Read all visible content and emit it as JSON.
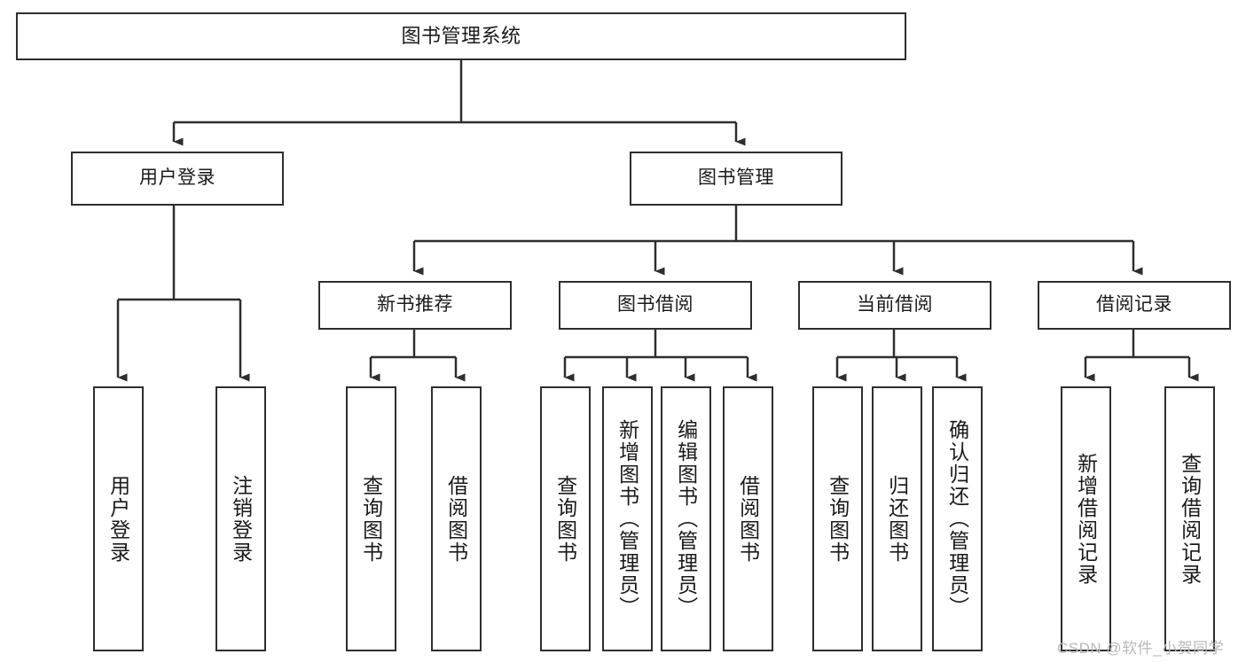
{
  "diagram": {
    "type": "tree-hierarchy",
    "title": "图书管理系统",
    "watermark": "CSDN @软件_小贺同学",
    "colors": {
      "stroke": "#2e2e2e",
      "fill": "#ffffff",
      "text": "#1a1a1a",
      "watermark": "#b9b9b9"
    },
    "levels": {
      "root": {
        "label": "图书管理系统"
      },
      "level2": [
        {
          "label": "用户登录"
        },
        {
          "label": "图书管理"
        }
      ],
      "level3": [
        {
          "label": "新书推荐"
        },
        {
          "label": "图书借阅"
        },
        {
          "label": "当前借阅"
        },
        {
          "label": "借阅记录"
        }
      ],
      "leaves_user_login": [
        {
          "label": "用户登录"
        },
        {
          "label": "注销登录"
        }
      ],
      "leaves_new_book": [
        {
          "label": "查询图书"
        },
        {
          "label": "借阅图书"
        }
      ],
      "leaves_borrow": [
        {
          "label": "查询图书"
        },
        {
          "label": "新增图书（管理员）"
        },
        {
          "label": "编辑图书（管理员）"
        },
        {
          "label": "借阅图书"
        }
      ],
      "leaves_current": [
        {
          "label": "查询图书"
        },
        {
          "label": "归还图书"
        },
        {
          "label": "确认归还（管理员）"
        }
      ],
      "leaves_records": [
        {
          "label": "新增借阅记录"
        },
        {
          "label": "查询借阅记录"
        }
      ]
    }
  }
}
